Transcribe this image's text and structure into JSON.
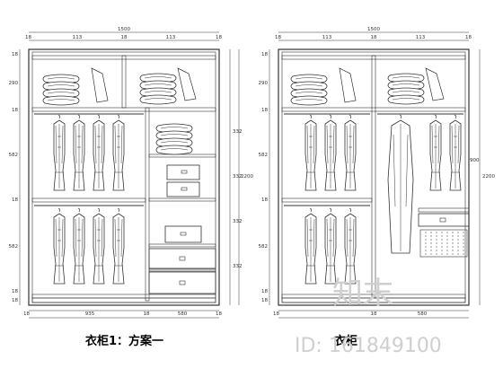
{
  "captions": {
    "left": "衣柜1：方案一",
    "right_visible": "衣柜"
  },
  "watermark": {
    "logo_text": "知末",
    "id_text": "ID: 161849100"
  },
  "dims_left": {
    "overall_width": "1500",
    "top_row": [
      "18",
      "113",
      "18",
      "113",
      "18"
    ],
    "bottom_row": [
      "18",
      "935",
      "18",
      "580",
      "18"
    ],
    "left_col": [
      "18",
      "290",
      "18",
      "582",
      "18",
      "582",
      "18",
      "18"
    ],
    "right_col": [
      "332",
      "332",
      "332",
      "332",
      "2200"
    ]
  },
  "dims_right": {
    "overall_width": "1500",
    "top_row": [
      "18",
      "113",
      "18",
      "113",
      "18"
    ],
    "bottom_row": [
      "18",
      "18",
      "580"
    ],
    "left_col": [
      "18",
      "290",
      "18",
      "582",
      "18",
      "582",
      "18",
      "18"
    ],
    "right_col": [
      "900",
      "2200"
    ]
  },
  "colors": {
    "line": "#333333",
    "panel": "#555555"
  }
}
